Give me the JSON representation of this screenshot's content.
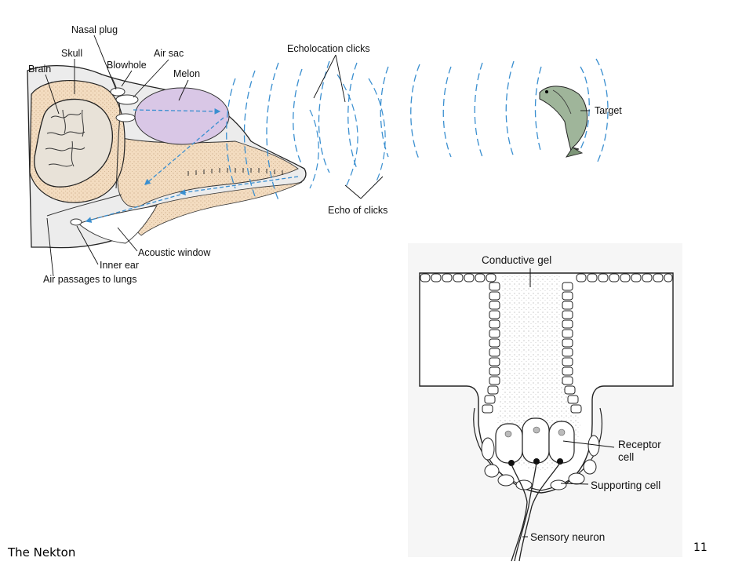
{
  "footer": {
    "title": "The Nekton",
    "page_number": "11"
  },
  "dolphin_labels": {
    "nasal_plug": "Nasal plug",
    "skull": "Skull",
    "brain": "Brain",
    "blowhole": "Blowhole",
    "air_sac": "Air sac",
    "melon": "Melon",
    "echolocation_clicks": "Echolocation clicks",
    "target": "Target",
    "echo_of_clicks": "Echo of clicks",
    "acoustic_window": "Acoustic window",
    "inner_ear": "Inner ear",
    "air_passages": "Air passages to lungs"
  },
  "receptor_labels": {
    "conductive_gel": "Conductive gel",
    "receptor_cell_line1": "Receptor",
    "receptor_cell_line2": "cell",
    "supporting_cell": "Supporting cell",
    "sensory_neuron": "Sensory neuron"
  },
  "colors": {
    "sound_wave": "#3a8fd0",
    "melon_fill": "#d9c7e6",
    "tissue_fill": "#f3dcc0",
    "line": "#222222"
  }
}
